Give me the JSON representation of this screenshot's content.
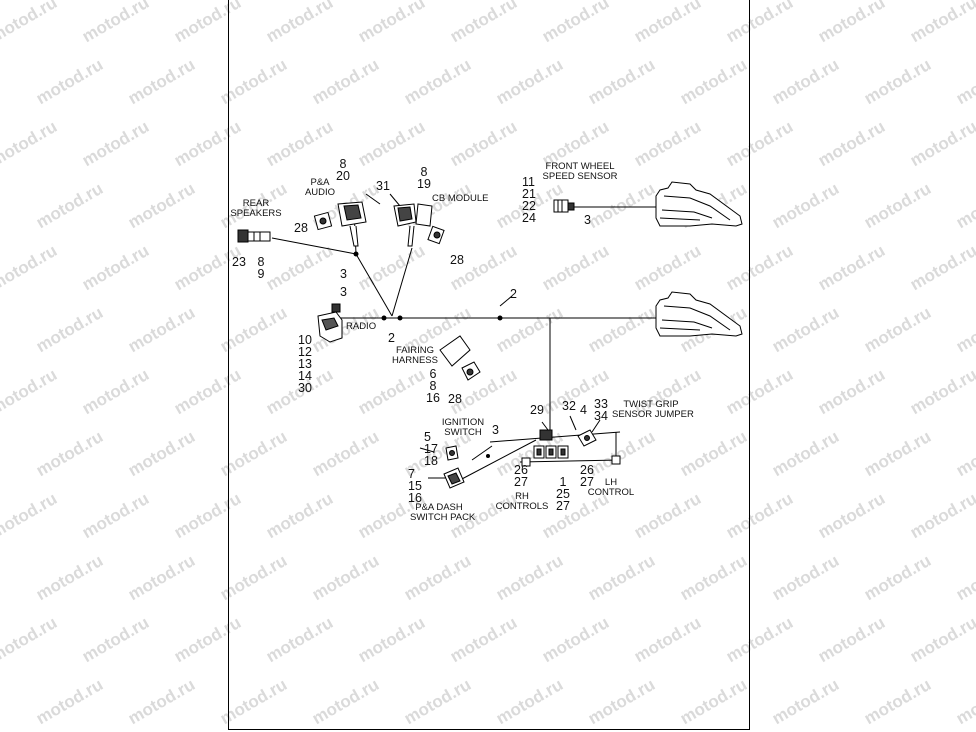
{
  "watermark": "motod.ru",
  "labels": {
    "rear_speakers": [
      "REAR",
      "SPEAKERS"
    ],
    "pa_audio": [
      "P&A",
      "AUDIO"
    ],
    "cb_module": "CB MODULE",
    "front_wheel_speed_sensor": [
      "FRONT WHEEL",
      "SPEED SENSOR"
    ],
    "radio": "RADIO",
    "fairing_harness": [
      "FAIRING",
      "HARNESS"
    ],
    "ignition_switch": [
      "IGNITION",
      "SWITCH"
    ],
    "twist_grip_sensor_jumper": [
      "TWIST GRIP",
      "SENSOR JUMPER"
    ],
    "pa_dash_switch_pack": [
      "P&A DASH",
      "SWITCH PACK"
    ],
    "rh_controls": [
      "RH",
      "CONTROLS"
    ],
    "lh_control": [
      "LH",
      "CONTROL"
    ]
  },
  "callouts": {
    "pa_audio_nums": [
      "8",
      "20"
    ],
    "n31": "31",
    "cb_nums": [
      "8",
      "19"
    ],
    "n28a": "28",
    "n28b": "28",
    "n28c": "28",
    "speaker_nums": [
      "23",
      "8",
      "9"
    ],
    "fwss_nums": [
      "11",
      "21",
      "22",
      "24"
    ],
    "n3_fwss": "3",
    "n3a": "3",
    "n3b": "3",
    "n2a": "2",
    "n2b": "2",
    "radio_nums": [
      "10",
      "12",
      "13",
      "14",
      "30"
    ],
    "fairing_nums": [
      "6",
      "8",
      "16"
    ],
    "ign_nums": [
      "5",
      "17",
      "18"
    ],
    "n3_ign": "3",
    "n29": "29",
    "n32": "32",
    "n4": "4",
    "twist_nums": [
      "33",
      "34"
    ],
    "rh_a": [
      "26",
      "27"
    ],
    "rh_b": [
      "1",
      "25",
      "27"
    ],
    "lh_nums": [
      "26",
      "27"
    ],
    "dash_nums": [
      "7",
      "15",
      "16"
    ]
  }
}
